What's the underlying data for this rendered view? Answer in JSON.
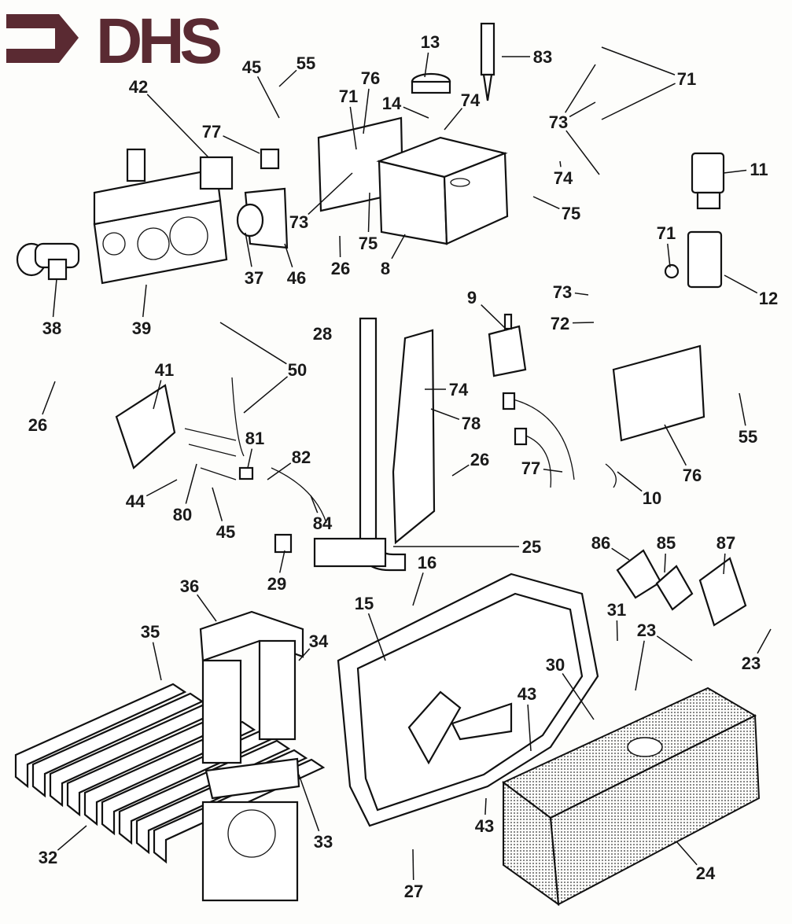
{
  "logo": {
    "text": "DHS",
    "color": "#5a2a32"
  },
  "callouts": [
    "55",
    "45",
    "42",
    "76",
    "71",
    "13",
    "14",
    "74",
    "83",
    "71",
    "73",
    "77",
    "11",
    "74",
    "73",
    "75",
    "75",
    "26",
    "8",
    "37",
    "46",
    "38",
    "39",
    "71",
    "12",
    "9",
    "73",
    "72",
    "28",
    "50",
    "41",
    "26",
    "74",
    "78",
    "55",
    "81",
    "82",
    "76",
    "26",
    "44",
    "80",
    "77",
    "10",
    "84",
    "45",
    "25",
    "29",
    "86",
    "85",
    "87",
    "16",
    "36",
    "15",
    "35",
    "34",
    "31",
    "23",
    "23",
    "30",
    "43",
    "43",
    "33",
    "32",
    "27",
    "24"
  ]
}
